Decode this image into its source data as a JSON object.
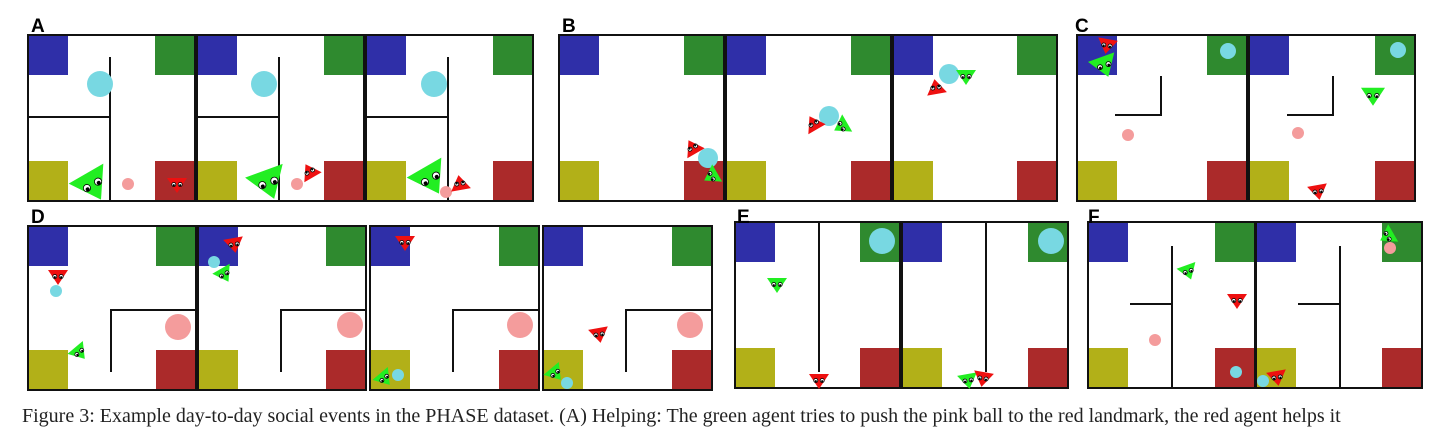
{
  "figure": {
    "panel_labels": [
      "A",
      "B",
      "C",
      "D",
      "E",
      "F"
    ],
    "colors": {
      "landmark_blue": "#2f2fa8",
      "landmark_green": "#2f8a2f",
      "landmark_olive": "#b2b018",
      "landmark_red": "#ab2a2a",
      "agent_green": "#22ee22",
      "agent_red": "#ee1010",
      "ball_cyan": "#78d8e2",
      "ball_pink": "#f49c9c",
      "frame": "#111111",
      "wall": "#111111"
    },
    "agents_icon": "triangle-agent-with-eyes-icon",
    "ball_icon": "circle-object-icon"
  },
  "caption": {
    "text": "Figure 3: Example day-to-day social events in the PHASE dataset. (A) Helping: The green agent tries to push the pink ball to the red landmark, the red agent helps it"
  }
}
